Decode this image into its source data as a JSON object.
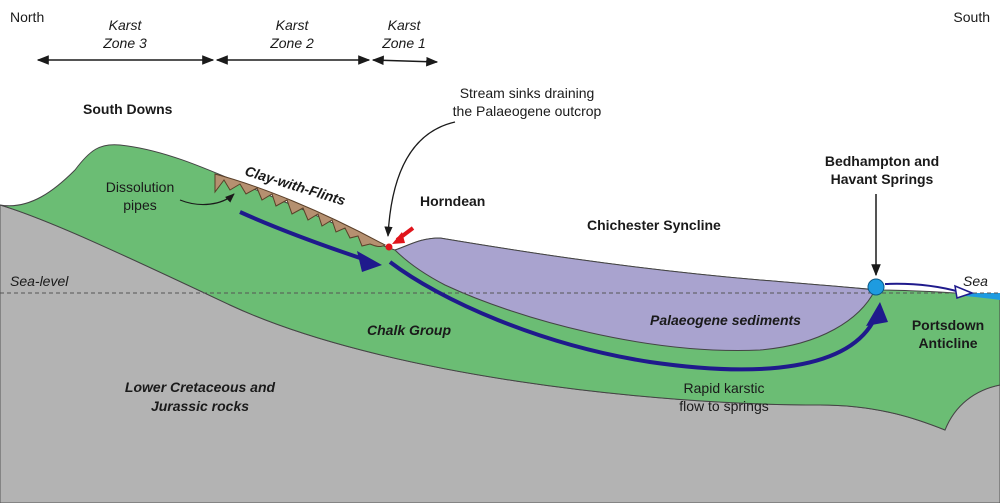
{
  "directions": {
    "left": "North",
    "right": "South"
  },
  "zones": [
    {
      "line1": "Karst",
      "line2": "Zone 3"
    },
    {
      "line1": "Karst",
      "line2": "Zone 2"
    },
    {
      "line1": "Karst",
      "line2": "Zone 1"
    }
  ],
  "labels": {
    "south_downs": "South Downs",
    "clay_with_flints": "Clay-with-Flints",
    "dissolution_pipes_1": "Dissolution",
    "dissolution_pipes_2": "pipes",
    "stream_sinks_1": "Stream sinks draining",
    "stream_sinks_2": "the Palaeogene outcrop",
    "horndean": "Horndean",
    "chichester_syncline": "Chichester Syncline",
    "springs_1": "Bedhampton and",
    "springs_2": "Havant Springs",
    "sea_level": "Sea-level",
    "sea": "Sea",
    "chalk_group": "Chalk Group",
    "palaeogene": "Palaeogene sediments",
    "portsdown_1": "Portsdown",
    "portsdown_2": "Anticline",
    "lower_rocks_1": "Lower Cretaceous and",
    "lower_rocks_2": "Jurassic rocks",
    "flow_1": "Rapid karstic",
    "flow_2": "flow to springs"
  },
  "colors": {
    "chalk": "#6bbd74",
    "palaeogene": "#a9a3cf",
    "basement": "#b3b3b3",
    "clay": "#b59070",
    "flow_arrow": "#1f1a8c",
    "spring": "#1e9be0",
    "sea": "#1e9be0",
    "sink": "#e0141b"
  }
}
